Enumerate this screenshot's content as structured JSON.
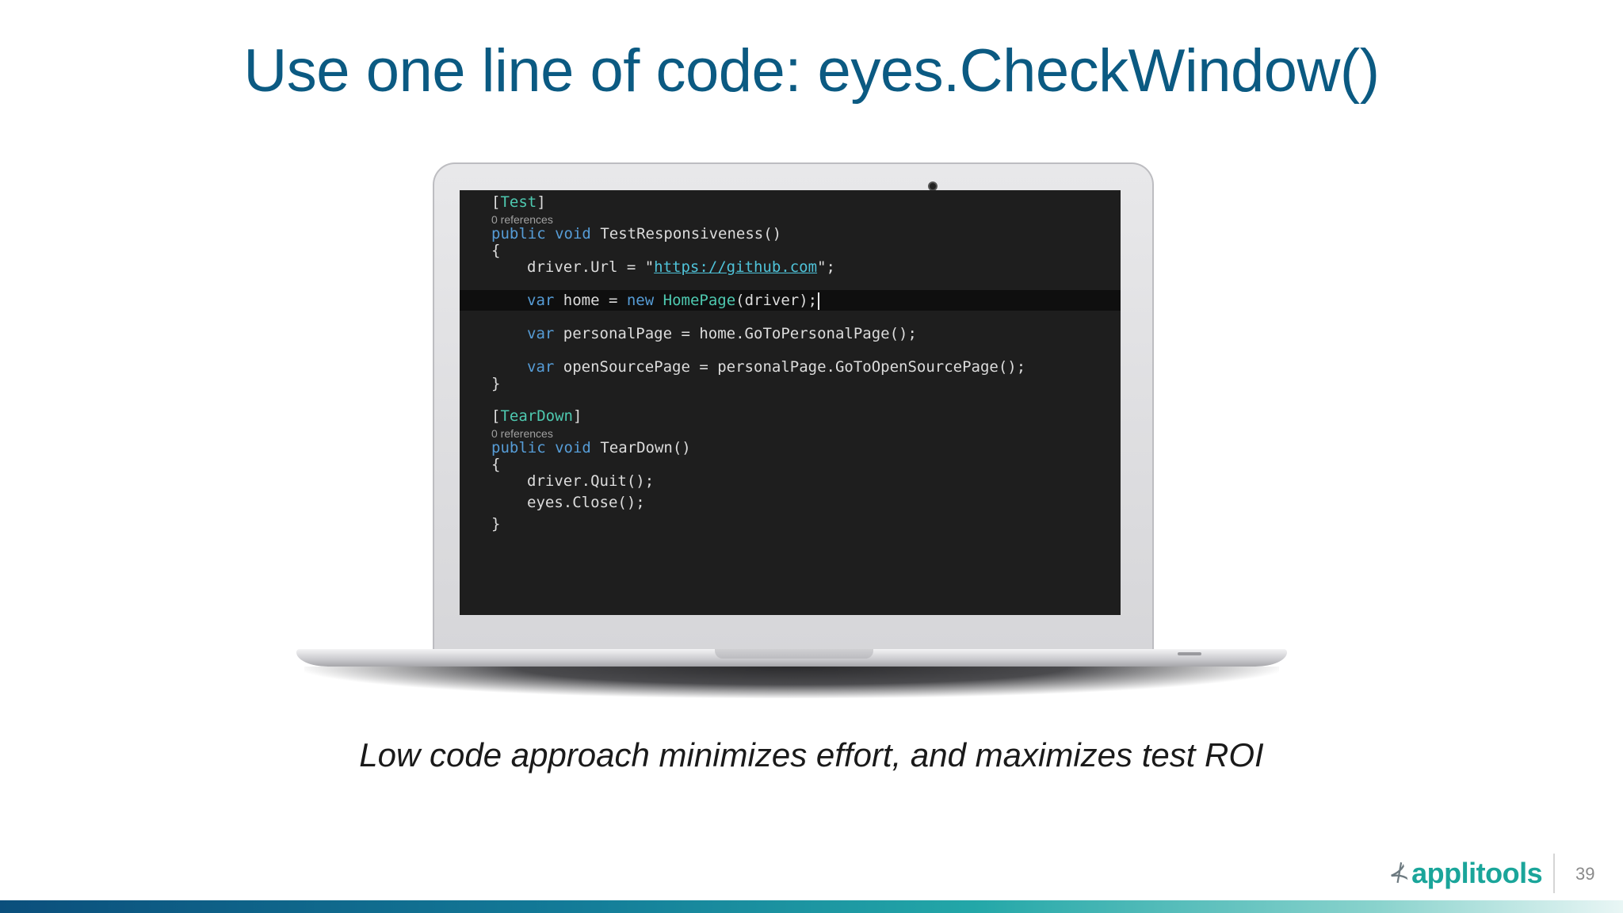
{
  "slide": {
    "title": "Use one line of code: eyes.CheckWindow()",
    "subtitle": "Low code approach minimizes effort, and maximizes test ROI",
    "page_number": "39"
  },
  "logo": {
    "icon": "applitools-bird-icon",
    "text": "applitools"
  },
  "code": {
    "lines": [
      {
        "attr_open": "[",
        "attr_name": "Test",
        "attr_close": "]"
      },
      {
        "refs": "0 references"
      },
      {
        "kw1": "public",
        "kw2": "void",
        "name": "TestResponsiveness()"
      },
      {
        "text": "{"
      },
      {
        "pre": "driver.Url = \"",
        "url": "https://github.com",
        "post": "\";"
      },
      {
        "kw": "var",
        "mid": "home = ",
        "kw2": "new",
        "type": "HomePage",
        "post": "(driver);"
      },
      {
        "kw": "var",
        "rest": "personalPage = home.GoToPersonalPage();"
      },
      {
        "kw": "var",
        "rest": "openSourcePage = personalPage.GoToOpenSourcePage();"
      },
      {
        "text": "}"
      },
      {
        "attr_open": "[",
        "attr_name": "TearDown",
        "attr_close": "]"
      },
      {
        "refs": "0 references"
      },
      {
        "kw1": "public",
        "kw2": "void",
        "name": "TearDown()"
      },
      {
        "text": "{"
      },
      {
        "text": "driver.Quit();"
      },
      {
        "text": "eyes.Close();"
      },
      {
        "text": "}"
      }
    ]
  },
  "colors": {
    "title": "#0b5a82",
    "keyword": "#569cd6",
    "type": "#4ec9b0",
    "url": "#4fc3d9",
    "logo": "#1aa59a",
    "editor_bg": "#1e1e1e"
  }
}
